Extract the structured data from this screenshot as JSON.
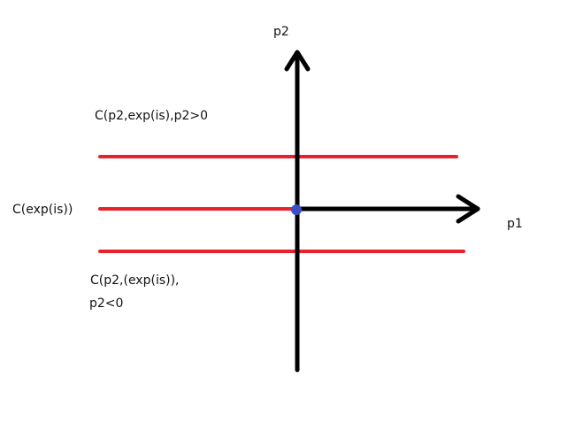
{
  "labels": {
    "y_axis": "p2",
    "x_axis": "p1",
    "upper_line": "C(p2,exp(is),p2>0",
    "middle_line": "C(exp(is))",
    "lower_line_1": "C(p2,(exp(is)),",
    "lower_line_2": "p2<0"
  },
  "colors": {
    "axis": "#000000",
    "lines": "#e8212b",
    "origin_point": "#3b4fc4"
  }
}
